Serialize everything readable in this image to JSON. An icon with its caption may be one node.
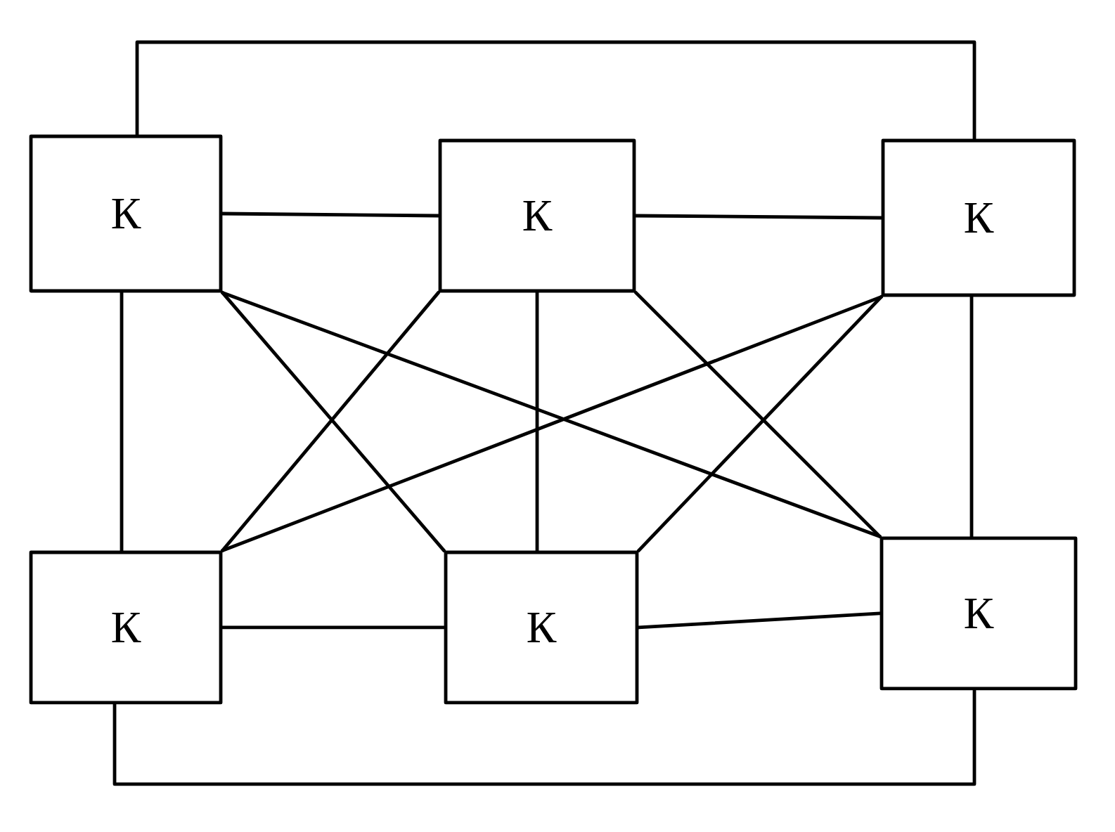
{
  "diagram": {
    "nodes": [
      {
        "text": [
          "К"
        ]
      },
      {
        "text": [
          "К"
        ]
      },
      {
        "text": [
          "К"
        ]
      },
      {
        "text": [
          "К"
        ]
      },
      {
        "text": [
          "К"
        ]
      },
      {
        "text": [
          "К"
        ]
      }
    ],
    "edges": [
      {
        "from": 0,
        "to": 1,
        "arrow": "none"
      },
      {
        "from": 1,
        "to": 2,
        "arrow": "none"
      },
      {
        "from": 0,
        "to": 2,
        "arrow": "none"
      },
      {
        "from": 3,
        "to": 4,
        "arrow": "none"
      },
      {
        "from": 4,
        "to": 5,
        "arrow": "none"
      },
      {
        "from": 3,
        "to": 5,
        "arrow": "none"
      },
      {
        "from": 0,
        "to": 3,
        "arrow": "none"
      },
      {
        "from": 1,
        "to": 4,
        "arrow": "none"
      },
      {
        "from": 2,
        "to": 5,
        "arrow": "none"
      },
      {
        "from": 0,
        "to": 4,
        "arrow": "none"
      },
      {
        "from": 0,
        "to": 5,
        "arrow": "none"
      },
      {
        "from": 1,
        "to": 3,
        "arrow": "none"
      },
      {
        "from": 1,
        "to": 5,
        "arrow": "none"
      },
      {
        "from": 2,
        "to": 3,
        "arrow": "none"
      },
      {
        "from": 2,
        "to": 4,
        "arrow": "none"
      }
    ]
  }
}
